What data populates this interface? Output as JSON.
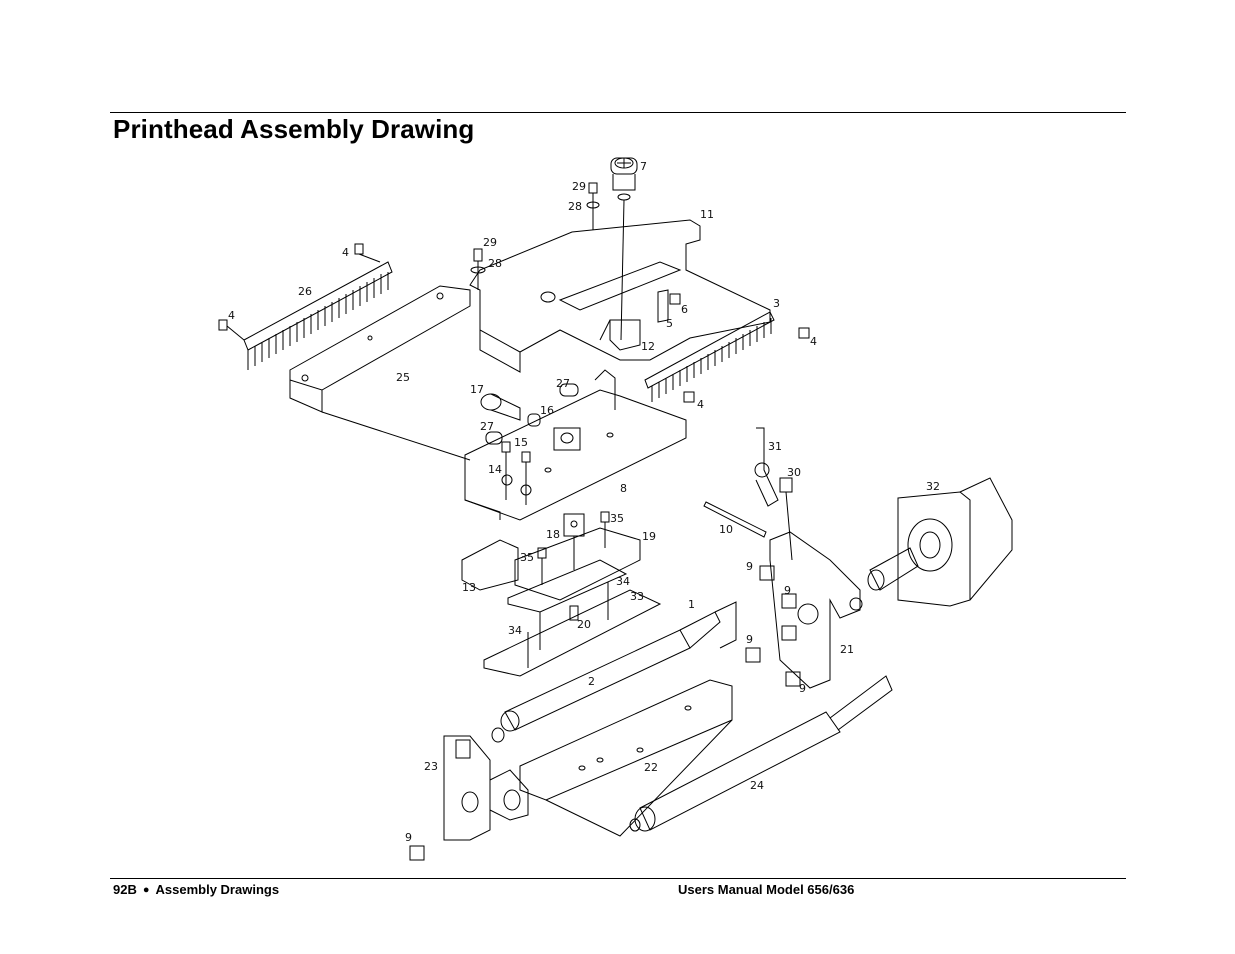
{
  "page": {
    "title": "Printhead Assembly Drawing",
    "footer_left_page": "92B",
    "footer_left_bullet": "●",
    "footer_left_section": "Assembly Drawings",
    "footer_right": "Users Manual Model 656/636"
  },
  "drawing": {
    "part_labels": [
      "7",
      "29",
      "28",
      "11",
      "29",
      "28",
      "4",
      "26",
      "4",
      "3",
      "6",
      "5",
      "4",
      "12",
      "25",
      "27",
      "17",
      "16",
      "4",
      "27",
      "15",
      "14",
      "31",
      "30",
      "8",
      "32",
      "18",
      "35",
      "19",
      "10",
      "35",
      "9",
      "13",
      "34",
      "9",
      "33",
      "1",
      "34",
      "20",
      "9",
      "21",
      "9",
      "2",
      "23",
      "22",
      "24",
      "9"
    ]
  }
}
